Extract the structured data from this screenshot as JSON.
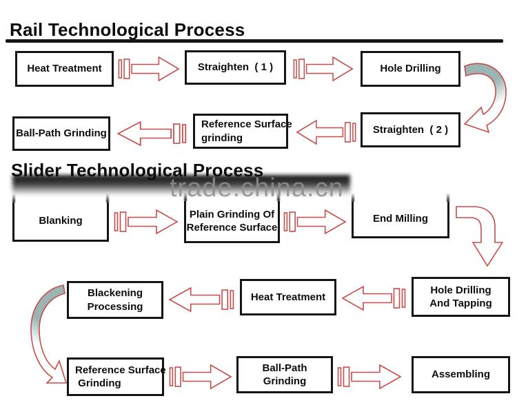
{
  "page": {
    "background": "#ffffff"
  },
  "colors": {
    "arrow_outline_red": "#c94b48",
    "curve_fill_teal": "#9bb5b4",
    "box_border_black": "#141414",
    "title_black": "#0c0c0c",
    "watermark_gray": "#8f8f8f"
  },
  "watermark": {
    "text": "trade.china.cn"
  },
  "rail": {
    "title": "Rail Technological Process",
    "boxes": {
      "heat_treatment": {
        "line1": "Heat Treatment"
      },
      "straighten_1": {
        "line1": "Straighten  ( 1 )"
      },
      "hole_drilling": {
        "line1": "Hole Drilling"
      },
      "straighten_2": {
        "line1": "Straighten  ( 2 )"
      },
      "reference_surface_grinding": {
        "line1": "Reference Surface",
        "line2": "grinding"
      },
      "ball_path_grinding": {
        "line1": "Ball-Path Grinding"
      }
    }
  },
  "slider": {
    "title": "Slider Technological Process",
    "boxes": {
      "blanking": {
        "line1": "Blanking"
      },
      "plain_grinding_of_reference_surface": {
        "line1": "Plain Grinding Of",
        "line2": "Reference Surface"
      },
      "end_milling": {
        "line1": "End Milling"
      },
      "hole_drilling_and_tapping": {
        "line1": "Hole Drilling",
        "line2": "And Tapping"
      },
      "heat_treatment": {
        "line1": "Heat Treatment"
      },
      "blackening_processing": {
        "line1": "Blackening",
        "line2": "Processing"
      },
      "reference_surface_grinding": {
        "line1": "Reference Surface",
        "line2": " Grinding"
      },
      "ball_path_grinding": {
        "line1": "Ball-Path",
        "line2": "Grinding"
      },
      "assembling": {
        "line1": "Assembling"
      }
    }
  }
}
